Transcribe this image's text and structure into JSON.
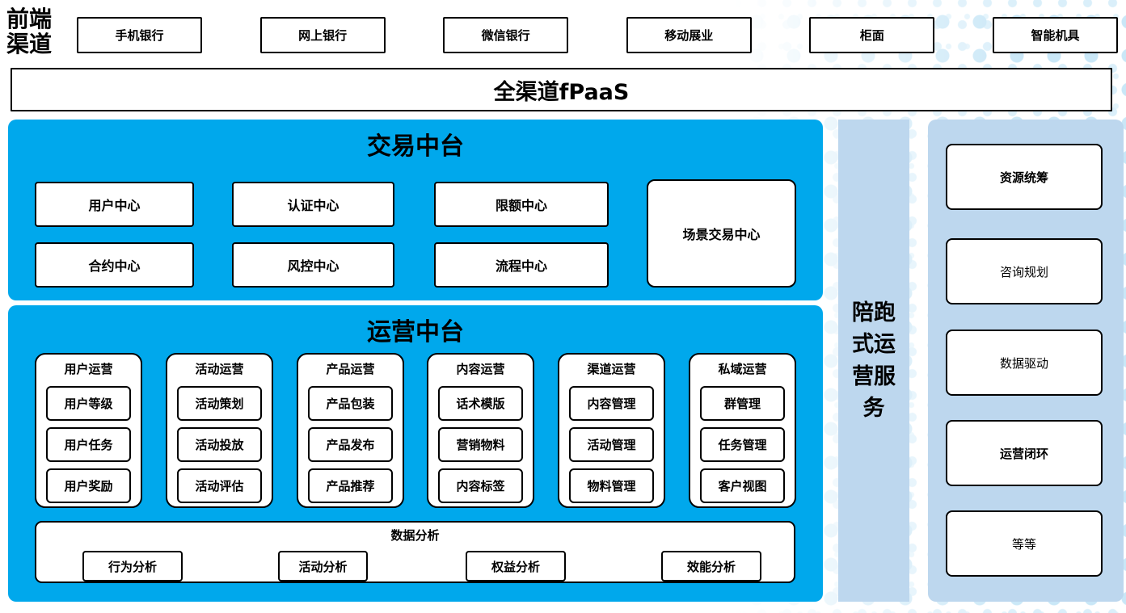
{
  "front_channels": {
    "label": "前端渠道",
    "items": [
      "手机银行",
      "网上银行",
      "微信银行",
      "移动展业",
      "柜面",
      "智能机具"
    ]
  },
  "fpaas": {
    "label": "全渠道fPaaS"
  },
  "transaction": {
    "title": "交易中台",
    "row1": [
      "用户中心",
      "认证中心",
      "限额中心"
    ],
    "row2": [
      "合约中心",
      "风控中心",
      "流程中心"
    ],
    "tall_box": "场景交易中心"
  },
  "operations": {
    "title": "运营中台",
    "groups": [
      {
        "title": "用户运营",
        "items": [
          "用户等级",
          "用户任务",
          "用户奖励"
        ]
      },
      {
        "title": "活动运营",
        "items": [
          "活动策划",
          "活动投放",
          "活动评估"
        ]
      },
      {
        "title": "产品运营",
        "items": [
          "产品包装",
          "产品发布",
          "产品推荐"
        ]
      },
      {
        "title": "内容运营",
        "items": [
          "话术模版",
          "营销物料",
          "内容标签"
        ]
      },
      {
        "title": "渠道运营",
        "items": [
          "内容管理",
          "活动管理",
          "物料管理"
        ]
      },
      {
        "title": "私域运营",
        "items": [
          "群管理",
          "任务管理",
          "客户视图"
        ]
      }
    ],
    "analysis": {
      "title": "数据分析",
      "items": [
        "行为分析",
        "活动分析",
        "权益分析",
        "效能分析"
      ]
    }
  },
  "side_bar": {
    "label": "陪跑式运营服务"
  },
  "right_panel": {
    "items": [
      {
        "label": "资源统筹",
        "bold": true
      },
      {
        "label": "咨询规划",
        "bold": false
      },
      {
        "label": "数据驱动",
        "bold": false
      },
      {
        "label": "运营闭环",
        "bold": true
      },
      {
        "label": "等等",
        "bold": false
      }
    ]
  },
  "colors": {
    "cyan_panel": "#00a8ec",
    "light_blue": "#bdd7ee",
    "dot_blue": "#c9e7f7",
    "box_border": "#000000"
  }
}
